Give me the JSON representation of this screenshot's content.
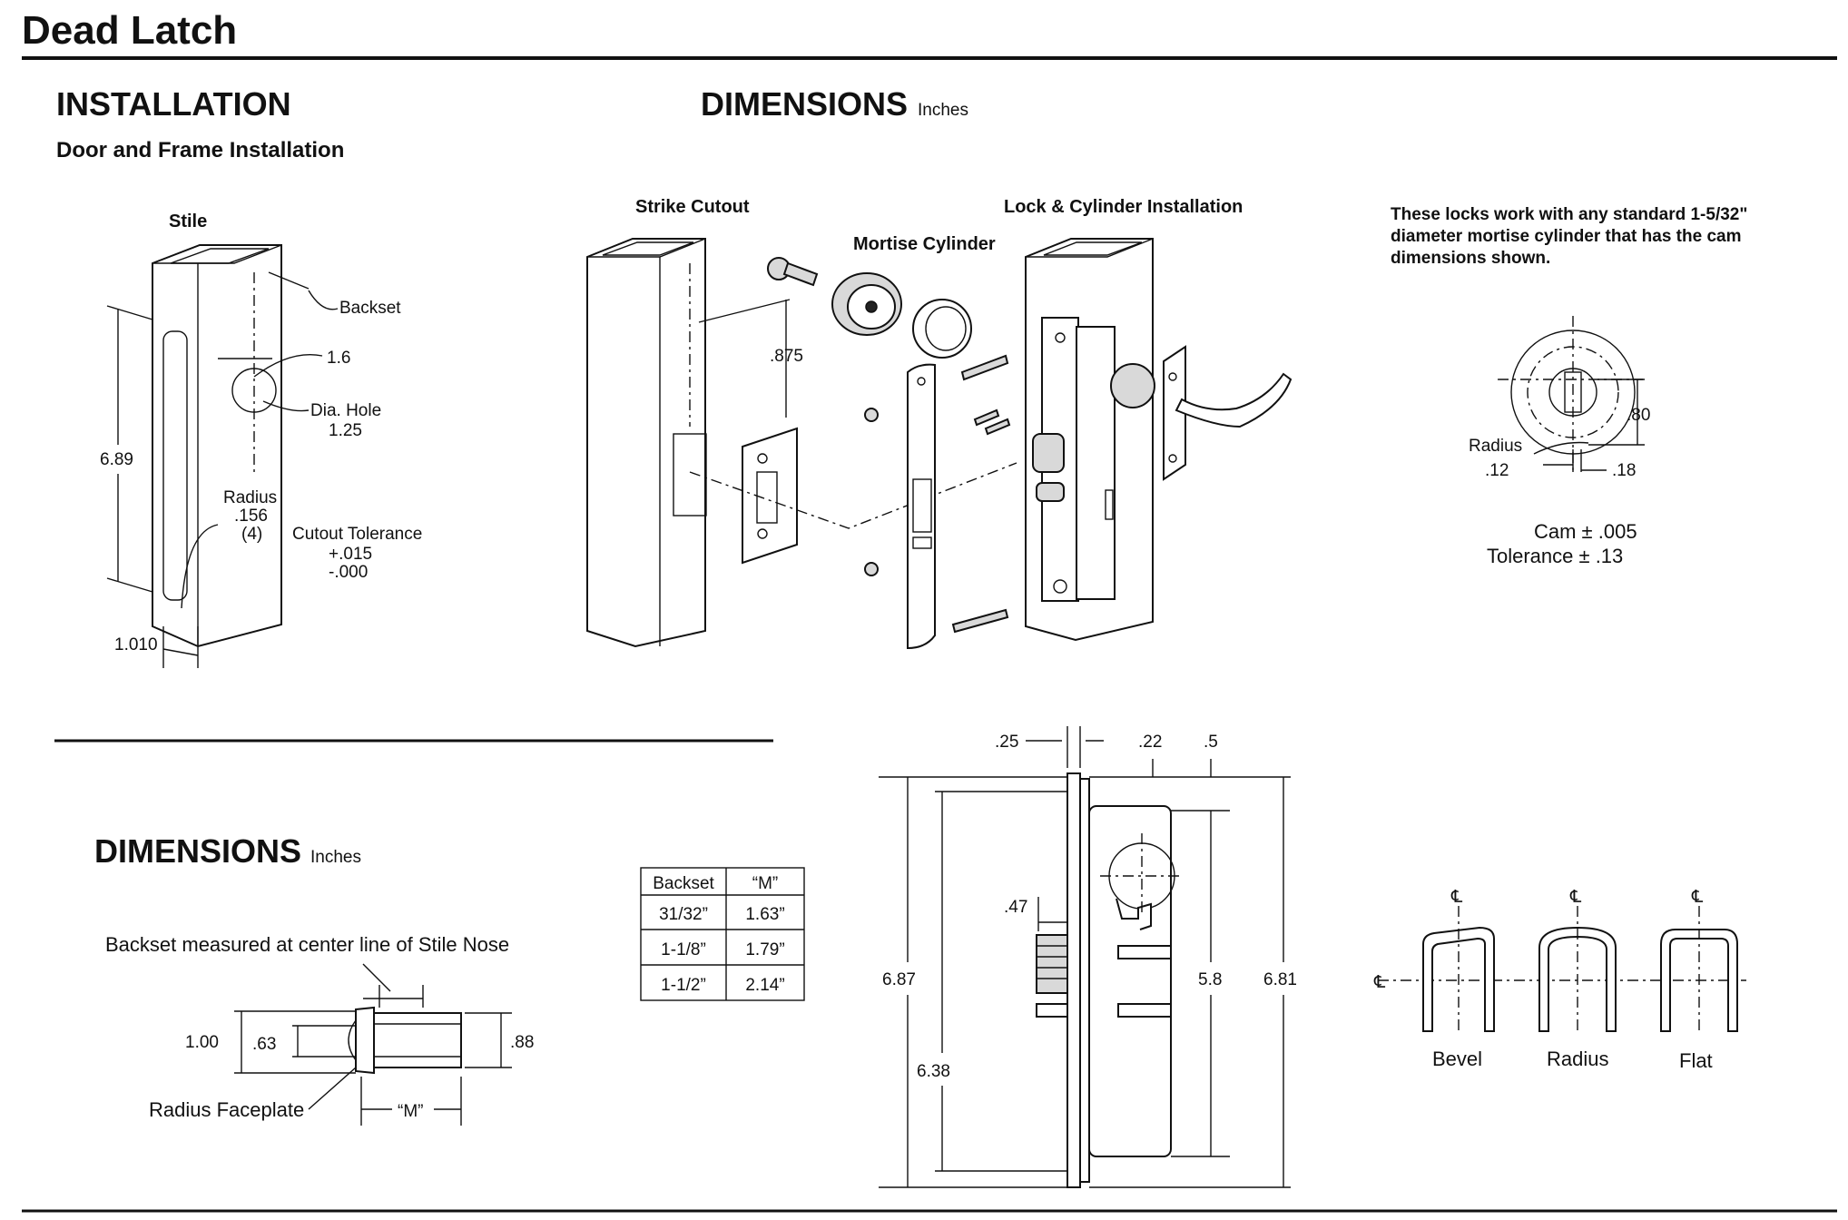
{
  "page_title": "Dead Latch",
  "installation": {
    "heading": "INSTALLATION",
    "subheading": "Door and Frame Installation",
    "stile_label": "Stile",
    "backset_label": "Backset",
    "dim_1_6": "1.6",
    "dia_hole_label": "Dia. Hole",
    "dia_hole_value": "1.25",
    "height": "6.89",
    "radius_label": "Radius",
    "radius_value": ".156",
    "radius_count": "(4)",
    "cutout_tol_label": "Cutout Tolerance",
    "cutout_tol_plus": "+.015",
    "cutout_tol_minus": "-.000",
    "width_bottom": "1.010"
  },
  "dimensions_top": {
    "heading": "DIMENSIONS",
    "unit": "Inches",
    "strike_cutout_label": "Strike Cutout",
    "mortise_cylinder_label": "Mortise Cylinder",
    "lock_cyl_label": "Lock & Cylinder Installation",
    "dim_875": ".875",
    "note_line1": "These locks work with any standard 1-5/32\"",
    "note_line2": "diameter mortise cylinder that has the cam",
    "note_line3": "dimensions shown.",
    "cam": {
      "radius_label": "Radius",
      "radius_value": ".12",
      "dim_80": ".80",
      "dim_18": ".18",
      "cam_line": "Cam  ± .005",
      "tol_line": "Tolerance  ± .13"
    }
  },
  "dimensions_bottom": {
    "heading": "DIMENSIONS",
    "unit": "Inches",
    "backset_note": "Backset measured at center line of Stile Nose",
    "dim_100": "1.00",
    "dim_63": ".63",
    "dim_88": ".88",
    "radius_faceplate": "Radius Faceplate",
    "m_label": "“M”",
    "table": {
      "headers": [
        "Backset",
        "“M”"
      ],
      "rows": [
        [
          "31/32”",
          "1.63”"
        ],
        [
          "1-1/8”",
          "1.79”"
        ],
        [
          "1-1/2”",
          "2.14”"
        ]
      ]
    }
  },
  "lock_body": {
    "dim_25": ".25",
    "dim_22": ".22",
    "dim_5": ".5",
    "dim_47": ".47",
    "dim_687": "6.87",
    "dim_638": "6.38",
    "dim_58": "5.8",
    "dim_681": "6.81"
  },
  "stile_profiles": {
    "centerline": "℄",
    "items": [
      "Bevel",
      "Radius",
      "Flat"
    ]
  }
}
